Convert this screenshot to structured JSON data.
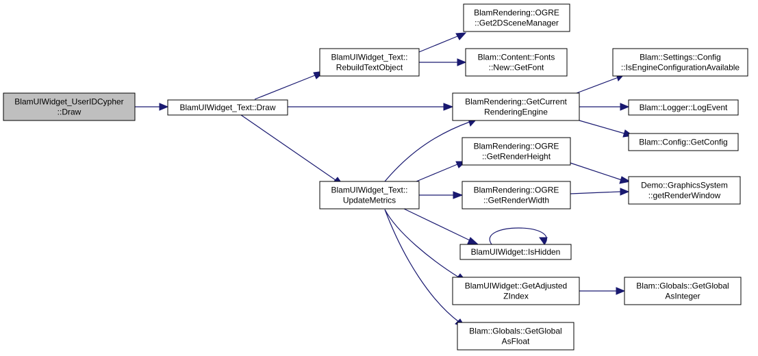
{
  "diagram": {
    "type": "call-graph",
    "edge_color": "#191970",
    "root_fill": "#bfbfbf",
    "nodes": [
      {
        "id": "n0",
        "lines": [
          "BlamUIWidget_UserIDCypher",
          "::Draw"
        ],
        "root": true
      },
      {
        "id": "n1",
        "lines": [
          "BlamUIWidget_Text::Draw"
        ]
      },
      {
        "id": "n2",
        "lines": [
          "BlamUIWidget_Text::",
          "RebuildTextObject"
        ]
      },
      {
        "id": "n3",
        "lines": [
          "BlamUIWidget_Text::",
          "UpdateMetrics"
        ]
      },
      {
        "id": "n4",
        "lines": [
          "BlamRendering::OGRE",
          "::Get2DSceneManager"
        ]
      },
      {
        "id": "n5",
        "lines": [
          "Blam::Content::Fonts",
          "::New::GetFont"
        ]
      },
      {
        "id": "n6",
        "lines": [
          "BlamRendering::GetCurrent",
          "RenderingEngine"
        ]
      },
      {
        "id": "n7",
        "lines": [
          "BlamRendering::OGRE",
          "::GetRenderHeight"
        ]
      },
      {
        "id": "n8",
        "lines": [
          "BlamRendering::OGRE",
          "::GetRenderWidth"
        ]
      },
      {
        "id": "n9",
        "lines": [
          "BlamUIWidget::IsHidden"
        ]
      },
      {
        "id": "n10",
        "lines": [
          "BlamUIWidget::GetAdjusted",
          "ZIndex"
        ]
      },
      {
        "id": "n11",
        "lines": [
          "Blam::Globals::GetGlobal",
          "AsFloat"
        ]
      },
      {
        "id": "n12",
        "lines": [
          "Blam::Settings::Config",
          "::IsEngineConfigurationAvailable"
        ]
      },
      {
        "id": "n13",
        "lines": [
          "Blam::Logger::LogEvent"
        ]
      },
      {
        "id": "n14",
        "lines": [
          "Blam::Config::GetConfig"
        ]
      },
      {
        "id": "n15",
        "lines": [
          "Demo::GraphicsSystem",
          "::getRenderWindow"
        ]
      },
      {
        "id": "n16",
        "lines": [
          "Blam::Globals::GetGlobal",
          "AsInteger"
        ]
      }
    ],
    "edges": [
      {
        "from": "n0",
        "to": "n1"
      },
      {
        "from": "n1",
        "to": "n2"
      },
      {
        "from": "n1",
        "to": "n6"
      },
      {
        "from": "n1",
        "to": "n3"
      },
      {
        "from": "n2",
        "to": "n4"
      },
      {
        "from": "n2",
        "to": "n5"
      },
      {
        "from": "n3",
        "to": "n6"
      },
      {
        "from": "n3",
        "to": "n7"
      },
      {
        "from": "n3",
        "to": "n8"
      },
      {
        "from": "n3",
        "to": "n9"
      },
      {
        "from": "n3",
        "to": "n10"
      },
      {
        "from": "n3",
        "to": "n11"
      },
      {
        "from": "n6",
        "to": "n12"
      },
      {
        "from": "n6",
        "to": "n13"
      },
      {
        "from": "n6",
        "to": "n14"
      },
      {
        "from": "n7",
        "to": "n15"
      },
      {
        "from": "n8",
        "to": "n15"
      },
      {
        "from": "n9",
        "to": "n9"
      },
      {
        "from": "n10",
        "to": "n16"
      }
    ]
  }
}
